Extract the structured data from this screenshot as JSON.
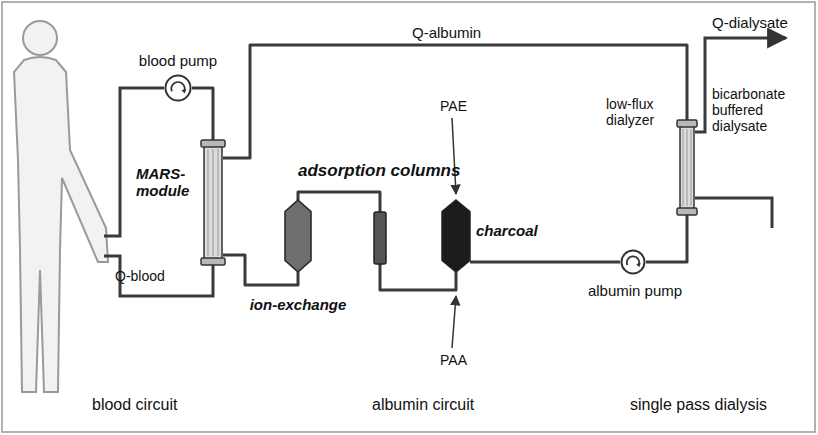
{
  "diagram": {
    "nodes": [
      {
        "text": [
          "blood pump"
        ]
      },
      {
        "text": [
          "MARS-module"
        ]
      },
      {
        "text": [
          "ion-exchange"
        ]
      },
      {
        "text": [
          "charcoal"
        ]
      },
      {
        "text": [
          "albumin pump"
        ]
      },
      {
        "text": [
          "low-flux dialyzer"
        ]
      }
    ],
    "edges": [
      {
        "from": 0,
        "to": 1,
        "arrow": "none"
      },
      {
        "from": 1,
        "to": 2,
        "arrow": "none"
      },
      {
        "from": 2,
        "to": 3,
        "arrow": "none"
      },
      {
        "from": 3,
        "to": 4,
        "arrow": "none"
      },
      {
        "from": 4,
        "to": 5,
        "arrow": "none"
      },
      {
        "from": 5,
        "to": 1,
        "label": "Q-albumin",
        "arrow": "none"
      }
    ],
    "labels": [
      "Q-dialysate",
      "bicarbonate buffered dialysate",
      "adsorption columns",
      "PAE",
      "PAA",
      "Q-blood",
      "blood circuit",
      "albumin circuit",
      "single pass dialysis"
    ]
  }
}
